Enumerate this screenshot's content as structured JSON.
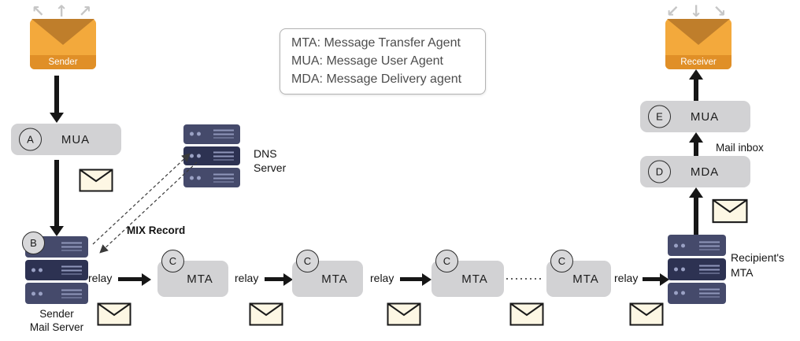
{
  "legend": {
    "lines": [
      "MTA: Message Transfer Agent",
      "MUA: Message User Agent",
      "MDA: Message Delivery agent"
    ]
  },
  "endpoints": {
    "sender_label": "Sender",
    "receiver_label": "Receiver"
  },
  "nodes": {
    "mua_sender": {
      "badge": "A",
      "label": "MUA"
    },
    "sender_mail_server": {
      "badge": "B",
      "line1": "Sender",
      "line2": "Mail Server"
    },
    "dns_server": {
      "line1": "DNS",
      "line2": "Server"
    },
    "mta1": {
      "badge": "C",
      "label": "MTA"
    },
    "mta2": {
      "badge": "C",
      "label": "MTA"
    },
    "mta3": {
      "badge": "C",
      "label": "MTA"
    },
    "mta4": {
      "badge": "C",
      "label": "MTA"
    },
    "recipient_mta": {
      "line1": "Recipient's",
      "line2": "MTA"
    },
    "mda": {
      "badge": "D",
      "label": "MDA"
    },
    "mua_receiver": {
      "badge": "E",
      "label": "MUA"
    }
  },
  "labels": {
    "relay": "relay",
    "mix_record": "MIX Record",
    "mail_inbox": "Mail inbox"
  },
  "icons": {
    "sender_out_arrows": "↖ ↑ ↗",
    "receiver_in_arrows": "↙ ↓ ↘"
  },
  "colors": {
    "envelope_orange": "#f3a93c",
    "envelope_flap": "#bf7e2b",
    "server_navy": "#2d3252",
    "pill_gray": "#d2d2d4",
    "arrow_black": "#161616",
    "gray_arrows": "#c6c6c6"
  }
}
